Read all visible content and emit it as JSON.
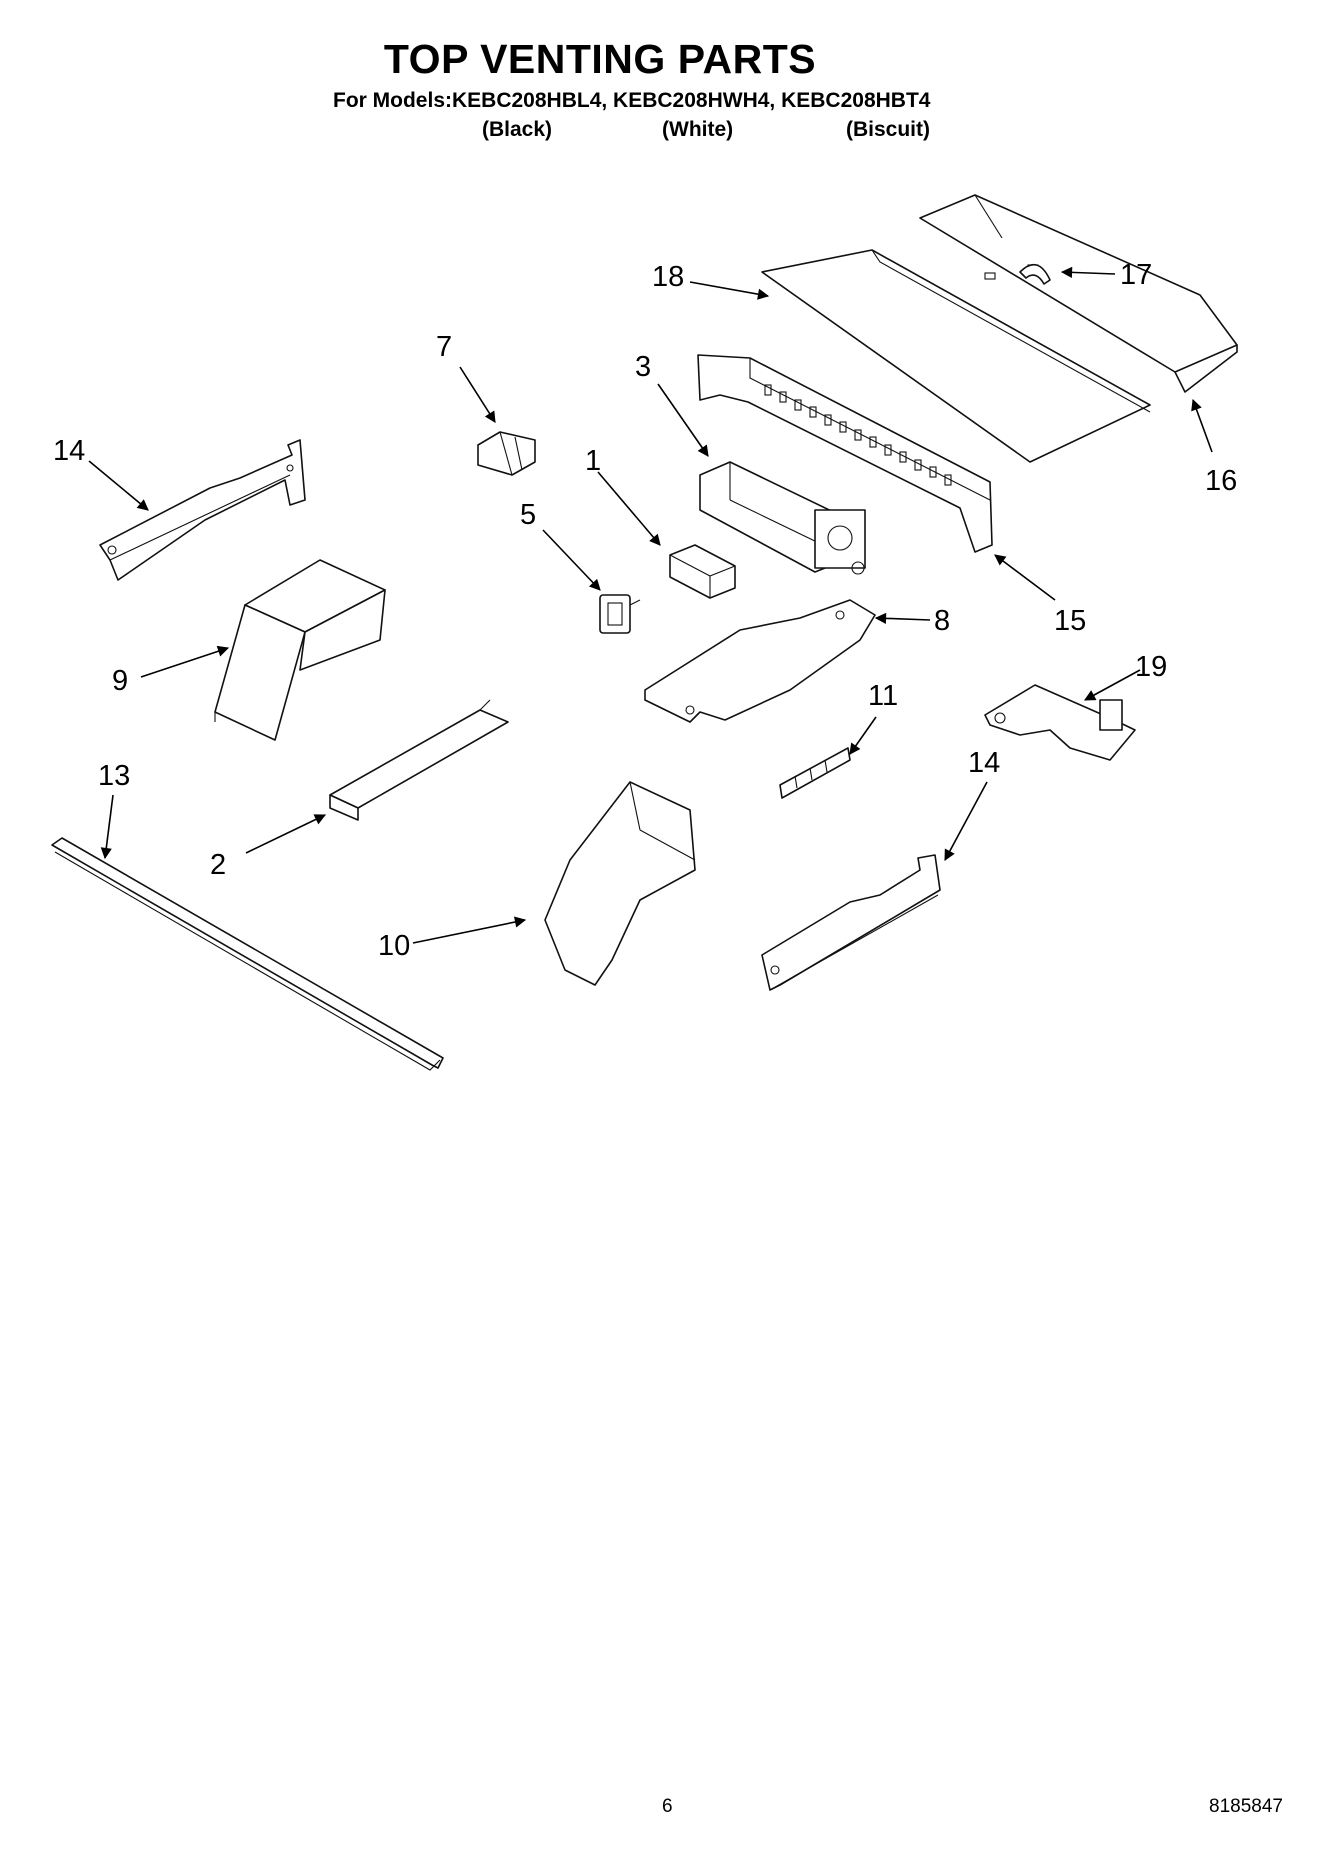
{
  "title": "TOP VENTING PARTS",
  "models_line": "For Models:KEBC208HBL4, KEBC208HWH4, KEBC208HBT4",
  "colors": [
    "(Black)",
    "(White)",
    "(Biscuit)"
  ],
  "callouts": [
    "1",
    "2",
    "3",
    "5",
    "7",
    "8",
    "9",
    "10",
    "11",
    "13",
    "14",
    "14",
    "15",
    "16",
    "17",
    "18",
    "19"
  ],
  "page_number": "6",
  "doc_number": "8185847"
}
